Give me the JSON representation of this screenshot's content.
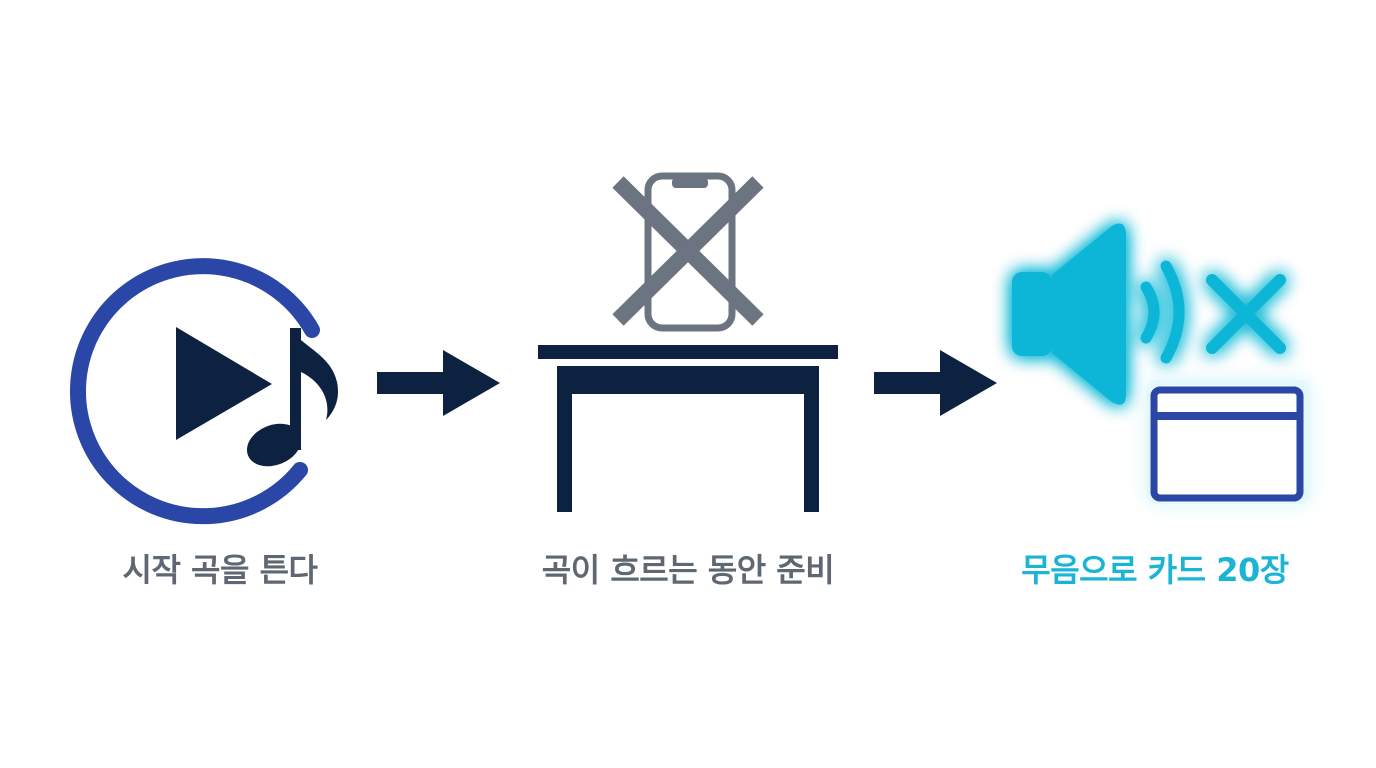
{
  "colors": {
    "navy": "#0d2240",
    "blue": "#2a46a6",
    "gray": "#6b7480",
    "cyan": "#08b6d6",
    "cyan_glow": "#4fe0f5",
    "label_gray": "#5f6872",
    "label_cyan": "#1ab4d4"
  },
  "steps": [
    {
      "label": "시작 곡을 튼다",
      "icon": "play-music-icon"
    },
    {
      "label": "곡이 흐르는 동안 준비",
      "icon": "no-phone-on-table-icon"
    },
    {
      "label": "무음으로 카드 20장",
      "icon": "mute-speaker-card-icon"
    }
  ],
  "connectors": [
    "arrow-right-icon",
    "arrow-right-icon"
  ]
}
